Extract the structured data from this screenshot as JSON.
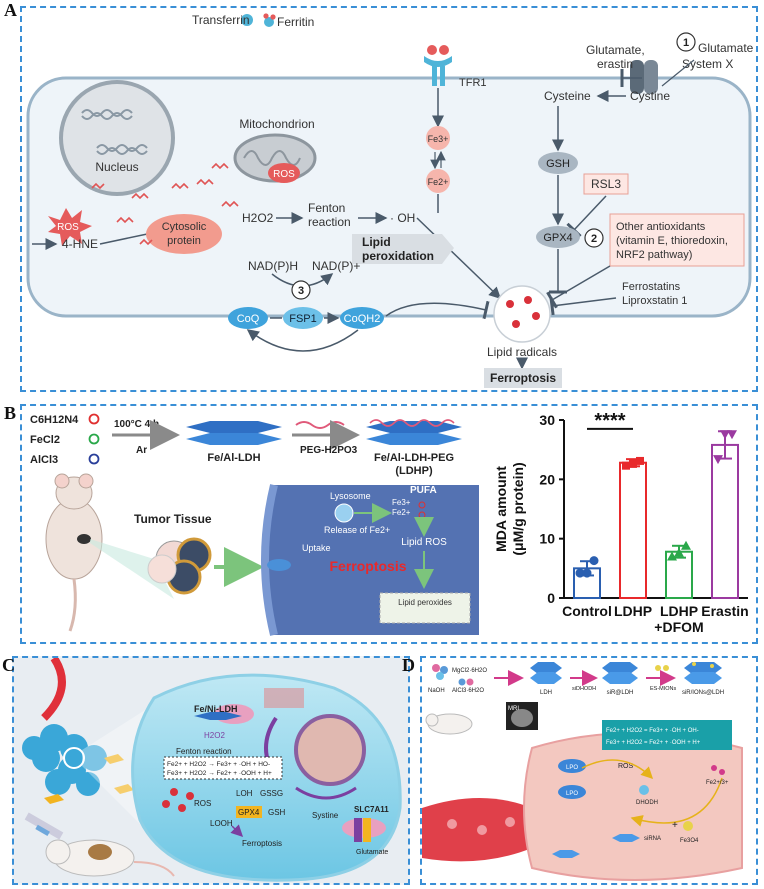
{
  "panels": {
    "a": "A",
    "b": "B",
    "c": "C",
    "d": "D"
  },
  "panel_a": {
    "transferrin": "Transferrin",
    "ferritin": "Ferritin",
    "tfr1": "TFR1",
    "glutamate_erastin": "Glutamate,\nerastin",
    "glutamate": "Glutamate",
    "system_xc": "System X",
    "cysteine": "Cysteine",
    "cystine": "Cystine",
    "mitochondrion": "Mitochondrion",
    "ros_mito": "ROS",
    "nucleus": "Nucleus",
    "ros_left": "ROS",
    "hne": "4-HNE",
    "cytosolic_protein": "Cytosolic\nprotein",
    "fe3": "Fe3+",
    "fe2": "Fe2+",
    "h2o2": "H2O2",
    "fenton": "Fenton\nreaction",
    "oh": "· OH",
    "gsh": "GSH",
    "rsl3": "RSL3",
    "gpx4": "GPX4",
    "other_antiox": "Other antioxidants\n(vitamin E, thioredoxin,\nNRF2 pathway)",
    "lipid_perox": "Lipid\nperoxidation",
    "nadph": "NAD(P)H",
    "nadp": "NAD(P)+",
    "coq": "CoQ",
    "fsp1": "FSP1",
    "coqh2": "CoQH2",
    "ferrostatins": "Ferrostatins\nLiproxstatin 1",
    "lipid_radicals": "Lipid radicals",
    "ferroptosis": "Ferroptosis",
    "num1": "1",
    "num2": "2",
    "num3": "3"
  },
  "panel_b": {
    "reagents": [
      "C6H12N4",
      "FeCl2",
      "AlCl3"
    ],
    "reagent_colors": [
      "#e03030",
      "#2aa84a",
      "#2a3f9a"
    ],
    "cond1": "100°C 4 h",
    "cond2": "Ar",
    "product1": "Fe/Al-LDH",
    "peg": "PEG-H2PO3",
    "product2": "Fe/Al-LDH-PEG\n(LDHP)",
    "tumor": "Tumor Tissue",
    "lysosome": "Lysosome",
    "pufa": "PUFA",
    "uptake": "Uptake",
    "fe_ions": "Fe3+\nFe2+",
    "release": "Release of Fe2+",
    "lipid_ros": "Lipid ROS",
    "ferroptosis": "Ferroptosis",
    "lipid_peroxides": "Lipid peroxides"
  },
  "chart_data": {
    "type": "bar",
    "categories": [
      "Control",
      "LDHP",
      "LDHP\n+DFOM",
      "Erastin"
    ],
    "values": [
      5.0,
      22.8,
      7.8,
      25.8
    ],
    "errors": [
      1.2,
      0.6,
      1.0,
      2.3
    ],
    "points": [
      [
        4.2,
        4.2,
        6.3
      ],
      [
        22.3,
        22.6,
        23.1
      ],
      [
        7.0,
        7.6,
        8.8
      ],
      [
        23.4,
        27.6,
        27.6
      ]
    ],
    "colors": [
      "#2a5fb0",
      "#e8292b",
      "#2aa84a",
      "#9b3aa0"
    ],
    "ylabel": "MDA amount\n(μM/g protein)",
    "ylim": [
      0,
      30
    ],
    "yticks": [
      0,
      10,
      20,
      30
    ],
    "significance": "****",
    "grid": false
  },
  "panel_c": {
    "fe_ni_ldh": "Fe/Ni-LDH",
    "h2o2": "H2O2",
    "fenton": "Fenton reaction",
    "eq1": "Fe2+ + H2O2 → Fe3+ + ·OH + HO-",
    "eq2": "Fe3+ + H2O2 → Fe2+ + ·OOH + H+",
    "ros": "ROS",
    "loh": "LOH",
    "gssg": "GSSG",
    "gpx4": "GPX4",
    "gsh": "GSH",
    "looh": "LOOH",
    "ferroptosis": "Ferroptosis",
    "systine": "Systine",
    "slc7a11": "SLC7A11",
    "glutamate": "Glutamate"
  },
  "panel_d": {
    "mgcl": "MgCl2·6H2O",
    "naoh": "NaOH",
    "alcl": "AlCl3·6H2O",
    "ldh": "LDH",
    "sidhodh": "siDHODH",
    "sir_ldh": "siR@LDH",
    "es_mions": "ES-MIONs",
    "product": "siR/IONs@LDH",
    "mri": "MRI",
    "eq1": "Fe2+ + H2O2 = Fe3+ + ·OH + OH-",
    "eq2": "Fe3+ + H2O2 = Fe2+ + ·OOH + H+",
    "lpo1": "LPO",
    "lpo2": "LPO",
    "ros": "ROS",
    "dhodh": "DHODH",
    "sirna": "siRNA",
    "fe3o4": "Fe3O4",
    "fe": "Fe2+/3+"
  }
}
